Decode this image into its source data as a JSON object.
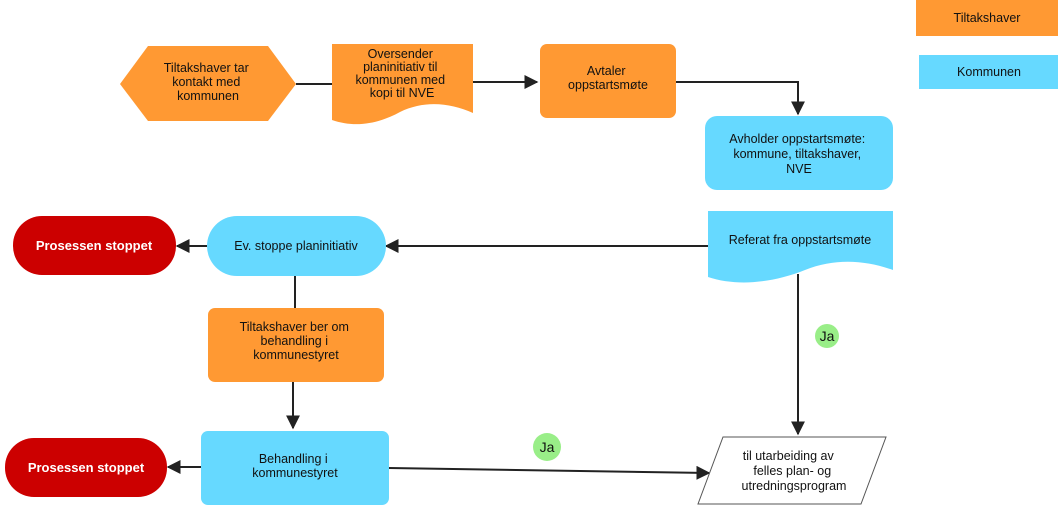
{
  "legend": {
    "tiltakshaver": "Tiltakshaver",
    "kommunen": "Kommunen"
  },
  "colors": {
    "orange": "#FF9933",
    "blue": "#66D9FF",
    "red": "#CC0000",
    "green": "#99EE88",
    "edge": "#222222"
  },
  "nodes": {
    "start": [
      "Tiltakshaver tar",
      "kontakt med",
      "kommunen"
    ],
    "oversender": [
      "Oversender",
      "planinitiativ til",
      "kommunen med",
      "kopi til NVE"
    ],
    "avtaler": [
      "Avtaler",
      "oppstartsmøte"
    ],
    "avholder": [
      "Avholder oppstartsmøte:",
      "kommune, tiltakshaver,",
      "NVE"
    ],
    "referat": [
      "Referat fra oppstartsmøte"
    ],
    "stoppe": [
      "Ev. stoppe planinitiativ"
    ],
    "stopp1": [
      "Prosessen stoppet"
    ],
    "ber": [
      "Tiltakshaver ber om",
      "behandling i",
      "kommunestyret"
    ],
    "behandling": [
      "Behandling i",
      "kommunestyret"
    ],
    "stopp2": [
      "Prosessen stoppet"
    ],
    "utarbeiding": [
      "til utarbeiding av",
      "felles plan- og",
      "utredningsprogram"
    ]
  },
  "edge_labels": {
    "ja1": "Ja",
    "ja2": "Ja"
  }
}
